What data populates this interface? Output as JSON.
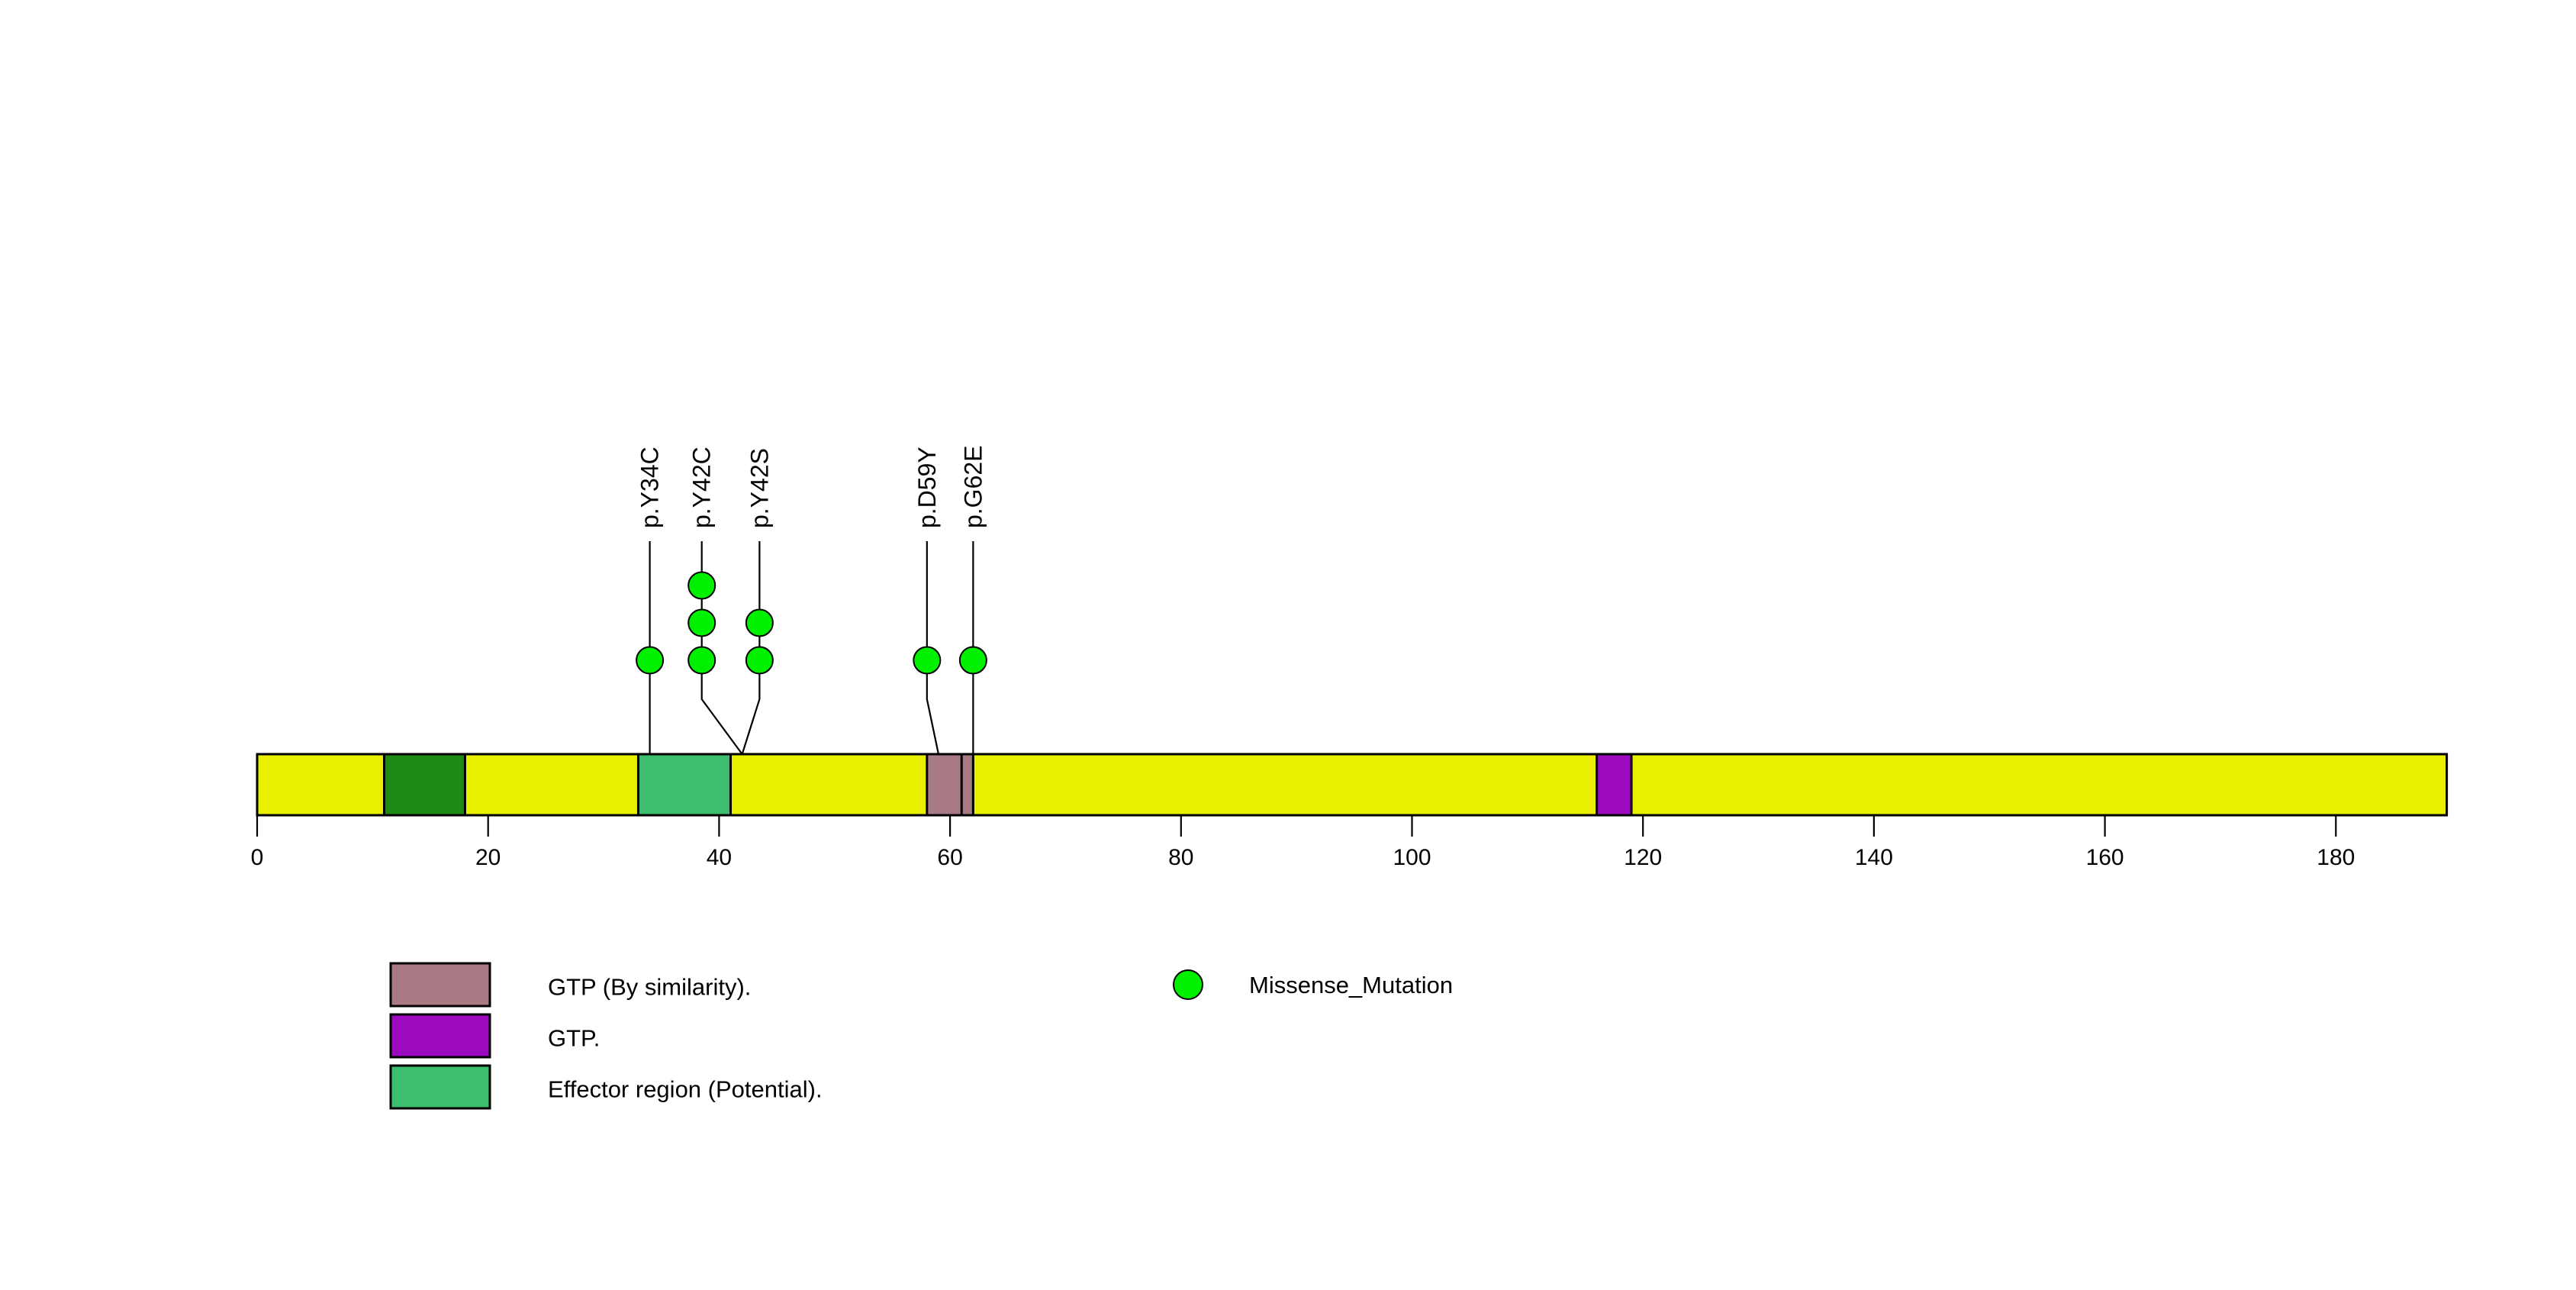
{
  "chart_data": {
    "type": "lollipop",
    "title": "",
    "xlabel": "",
    "ylabel": "",
    "xlim": [
      0,
      189.6
    ],
    "protein_length": 189,
    "axis": {
      "ticks": [
        0,
        20,
        40,
        60,
        80,
        100,
        120,
        140,
        160,
        180
      ],
      "tick_labels": [
        "0",
        "20",
        "40",
        "60",
        "80",
        "100",
        "120",
        "140",
        "160",
        "180"
      ]
    },
    "backbone": {
      "color": "#E8F000",
      "border": "#000000"
    },
    "domains": [
      {
        "name": "dark-green-region",
        "start": 11,
        "end": 18,
        "color": "#1E8A14",
        "legend": false
      },
      {
        "name": "effector-region",
        "start": 33,
        "end": 41,
        "color": "#3CBE6E",
        "legend": true
      },
      {
        "name": "gtp-by-similarity",
        "start": 58,
        "end": 62,
        "color": "#A87B84",
        "legend": true,
        "split_at": 61
      },
      {
        "name": "gtp",
        "start": 116,
        "end": 119,
        "color": "#9B0ABF",
        "legend": true
      }
    ],
    "mutations": [
      {
        "label": "p.Y34C",
        "position": 34,
        "count": 1,
        "type": "Missense_Mutation",
        "color": "#00F000",
        "stem_x": 34
      },
      {
        "label": "p.Y42C",
        "position": 42,
        "count": 3,
        "type": "Missense_Mutation",
        "color": "#00F000",
        "stem_x": 38.5
      },
      {
        "label": "p.Y42S",
        "position": 42,
        "count": 2,
        "type": "Missense_Mutation",
        "color": "#00F000",
        "stem_x": 43.5
      },
      {
        "label": "p.D59Y",
        "position": 59,
        "count": 1,
        "type": "Missense_Mutation",
        "color": "#00F000",
        "stem_x": 58
      },
      {
        "label": "p.G62E",
        "position": 62,
        "count": 1,
        "type": "Missense_Mutation",
        "color": "#00F000",
        "stem_x": 62
      }
    ]
  },
  "legend": {
    "domain_items": [
      {
        "label": "GTP (By similarity).",
        "color": "#A87B84"
      },
      {
        "label": "GTP.",
        "color": "#9B0ABF"
      },
      {
        "label": "Effector region (Potential).",
        "color": "#3CBE6E"
      }
    ],
    "mutation_items": [
      {
        "label": "Missense_Mutation",
        "color": "#00F000"
      }
    ]
  }
}
